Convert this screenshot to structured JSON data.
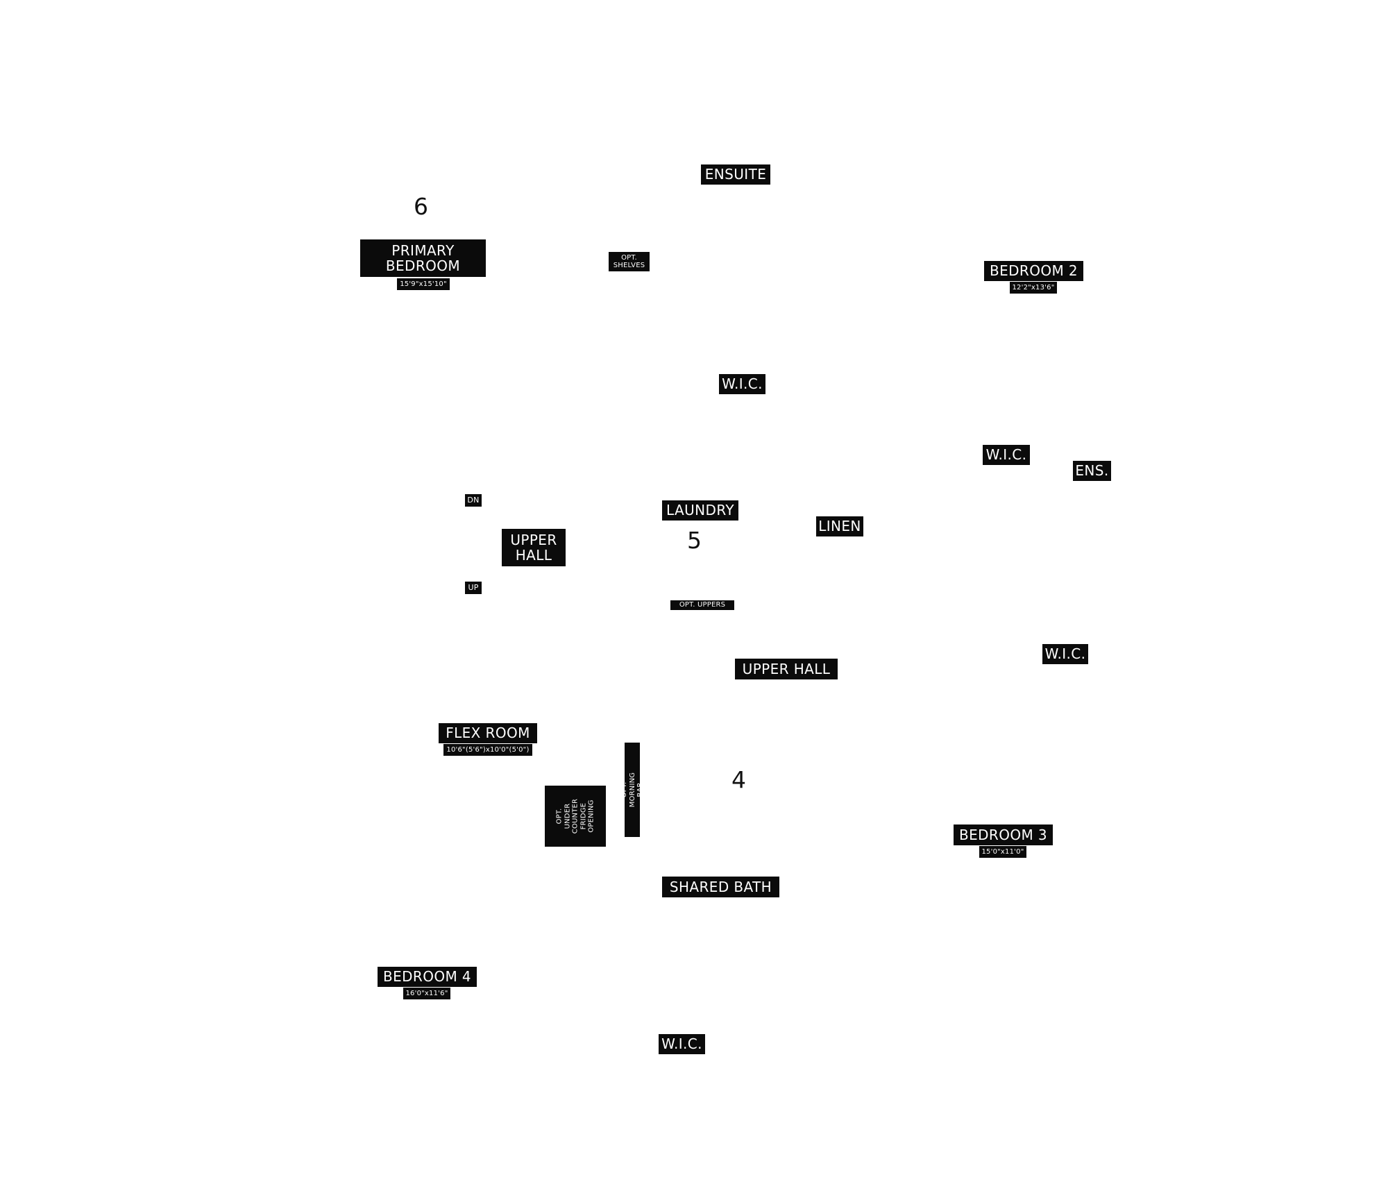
{
  "level_numbers": {
    "upper": "6",
    "middle": "5",
    "lower": "4"
  },
  "labels": {
    "ensuite": "ENSUITE",
    "primary_bedroom": "PRIMARY\nBEDROOM",
    "primary_bedroom_dim": "15'9\"x15'10\"",
    "opt_shelves": "OPT.\nSHELVES",
    "bedroom2": "BEDROOM 2",
    "bedroom2_dim": "12'2\"x13'6\"",
    "wic_primary": "W.I.C.",
    "wic_bedroom2": "W.I.C.",
    "ens": "ENS.",
    "dn": "DN",
    "up": "UP",
    "upper_hall_stacked": "UPPER\nHALL",
    "laundry": "LAUNDRY",
    "linen": "LINEN",
    "opt_uppers": "OPT. UPPERS",
    "wic_bedroom3": "W.I.C.",
    "upper_hall": "UPPER HALL",
    "flex_room": "FLEX ROOM",
    "flex_room_dim": "10'6\"(5'6\")x10'0\"(5'0\")",
    "opt_morning_bar": "OPT. MORNING BAR",
    "opt_fridge": "OPT.\nUNDER\nCOUNTER\nFRIDGE\nOPENING",
    "bedroom3": "BEDROOM 3",
    "bedroom3_dim": "15'0\"x11'0\"",
    "shared_bath": "SHARED BATH",
    "bedroom4": "BEDROOM 4",
    "bedroom4_dim": "16'0\"x11'6\"",
    "wic_bedroom4": "W.I.C."
  },
  "colors": {
    "label_background": "#0b0b0b",
    "label_text": "#ffffff",
    "page_background": "#ffffff"
  }
}
